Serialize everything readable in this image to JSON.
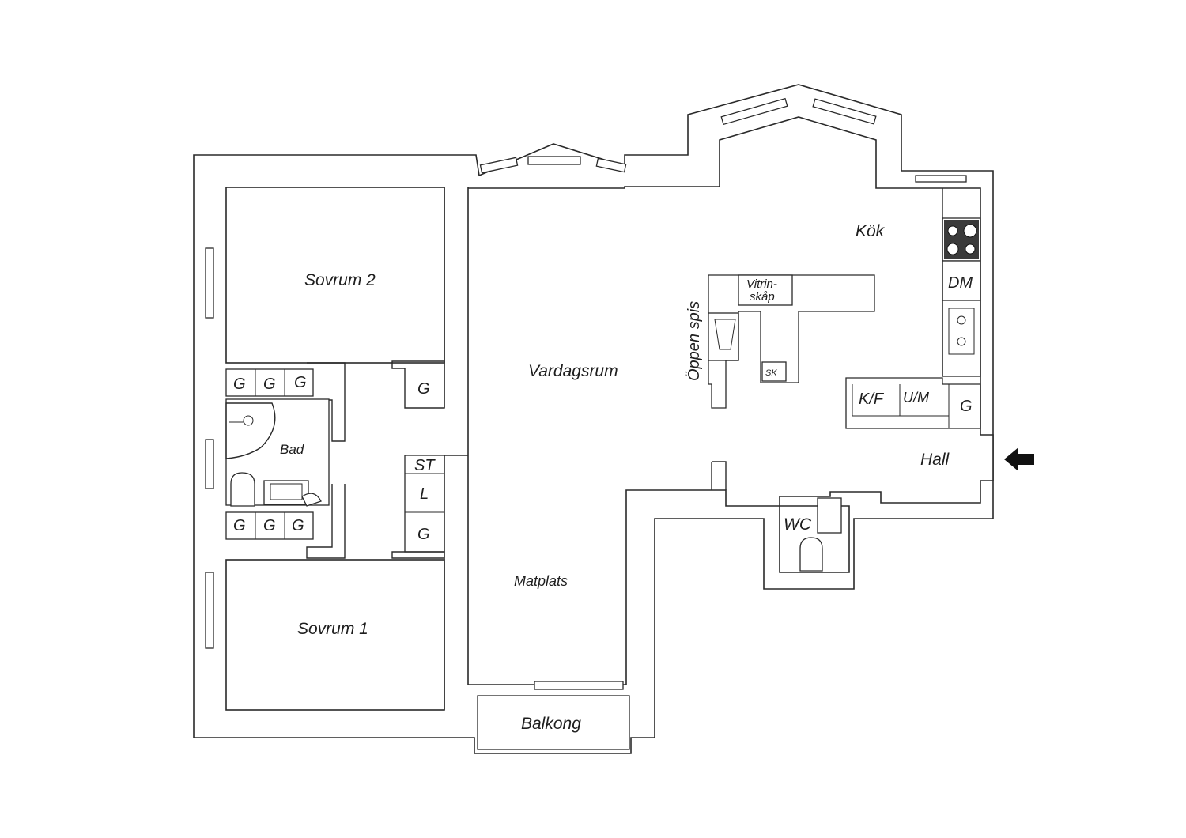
{
  "rooms": {
    "sovrum2": "Sovrum 2",
    "sovrum1": "Sovrum 1",
    "bad": "Bad",
    "vardagsrum": "Vardagsrum",
    "kok": "Kök",
    "hall": "Hall",
    "matplats": "Matplats",
    "balkong": "Balkong",
    "wc": "WC"
  },
  "fixtures": {
    "oppen_spis": "Öppen spis",
    "vitrin_line1": "Vitrin-",
    "vitrin_line2": "skåp",
    "sk": "SK",
    "dm": "DM",
    "kf": "K/F",
    "um": "U/M",
    "g": "G",
    "st": "ST",
    "l": "L"
  },
  "icons": {
    "entrance": "arrow-left-icon",
    "stove": "cooktop-icon",
    "sink": "sink-icon"
  },
  "colors": {
    "line": "#2a2a2a",
    "stove": "#3a3a3a"
  }
}
